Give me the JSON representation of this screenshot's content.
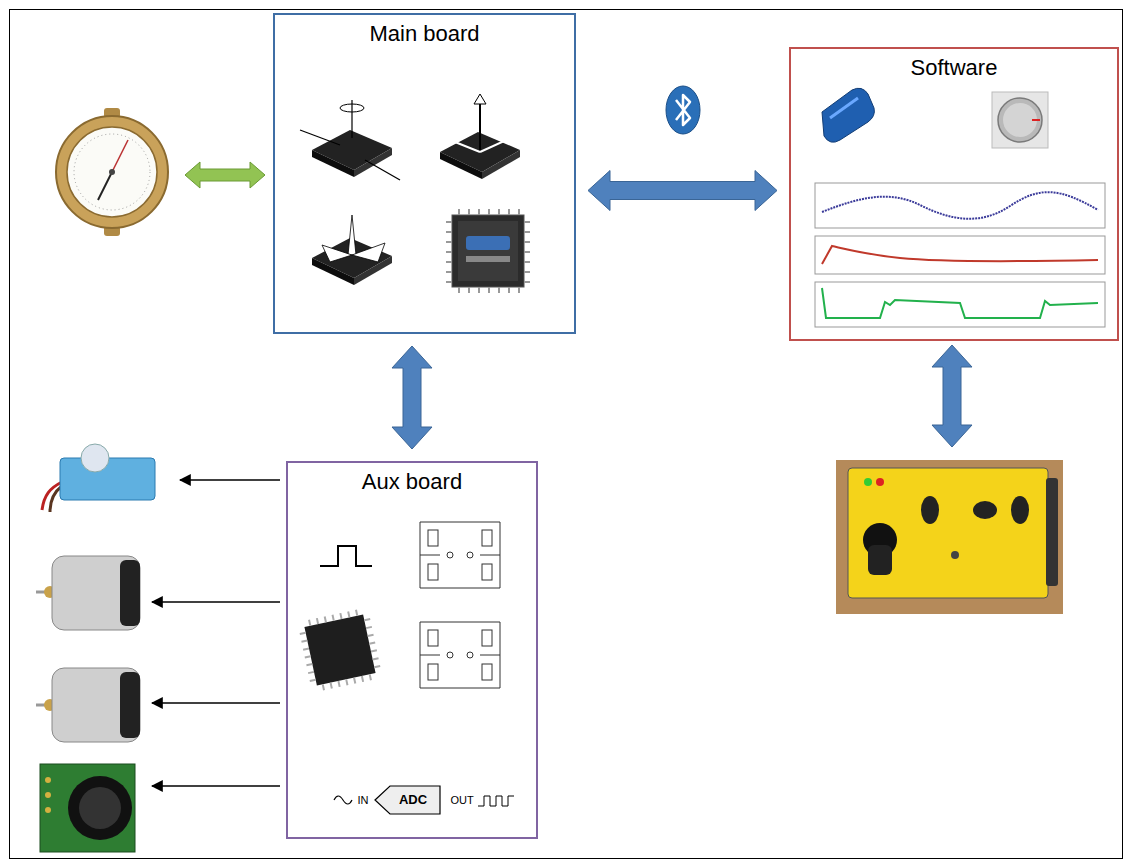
{
  "diagram": {
    "nodes": [
      {
        "text": [
          "Main board"
        ]
      },
      {
        "text": [
          "Software"
        ]
      },
      {
        "text": [
          "Aux board"
        ]
      }
    ],
    "edges": [
      {
        "from": 0,
        "to": 1,
        "arrow": "both"
      },
      {
        "from": 0,
        "to": 2,
        "arrow": "both"
      }
    ],
    "labels": [
      "IN",
      "ADC",
      "OUT"
    ]
  }
}
